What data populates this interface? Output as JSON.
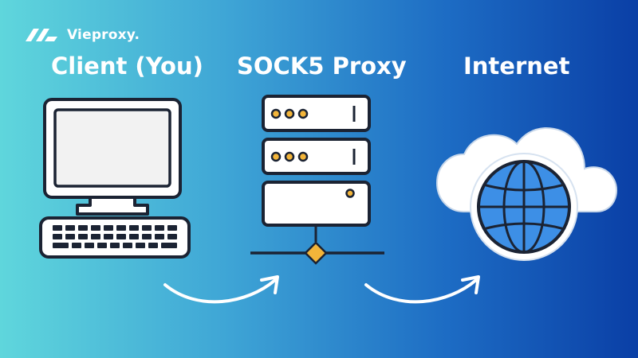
{
  "brand": {
    "name": "Vieproxy."
  },
  "nodes": [
    {
      "label": "Client (You)",
      "icon": "computer-icon"
    },
    {
      "label": "SOCK5 Proxy",
      "icon": "server-rack-icon"
    },
    {
      "label": "Internet",
      "icon": "cloud-globe-icon"
    }
  ],
  "colors": {
    "gradient_start": "#5fd6dc",
    "gradient_end": "#0a3fa6",
    "outline": "#1b2333",
    "screen": "#f2f2f2",
    "server_dot": "#f3b53a",
    "globe": "#3d8fe6",
    "arrow": "#ffffff"
  }
}
